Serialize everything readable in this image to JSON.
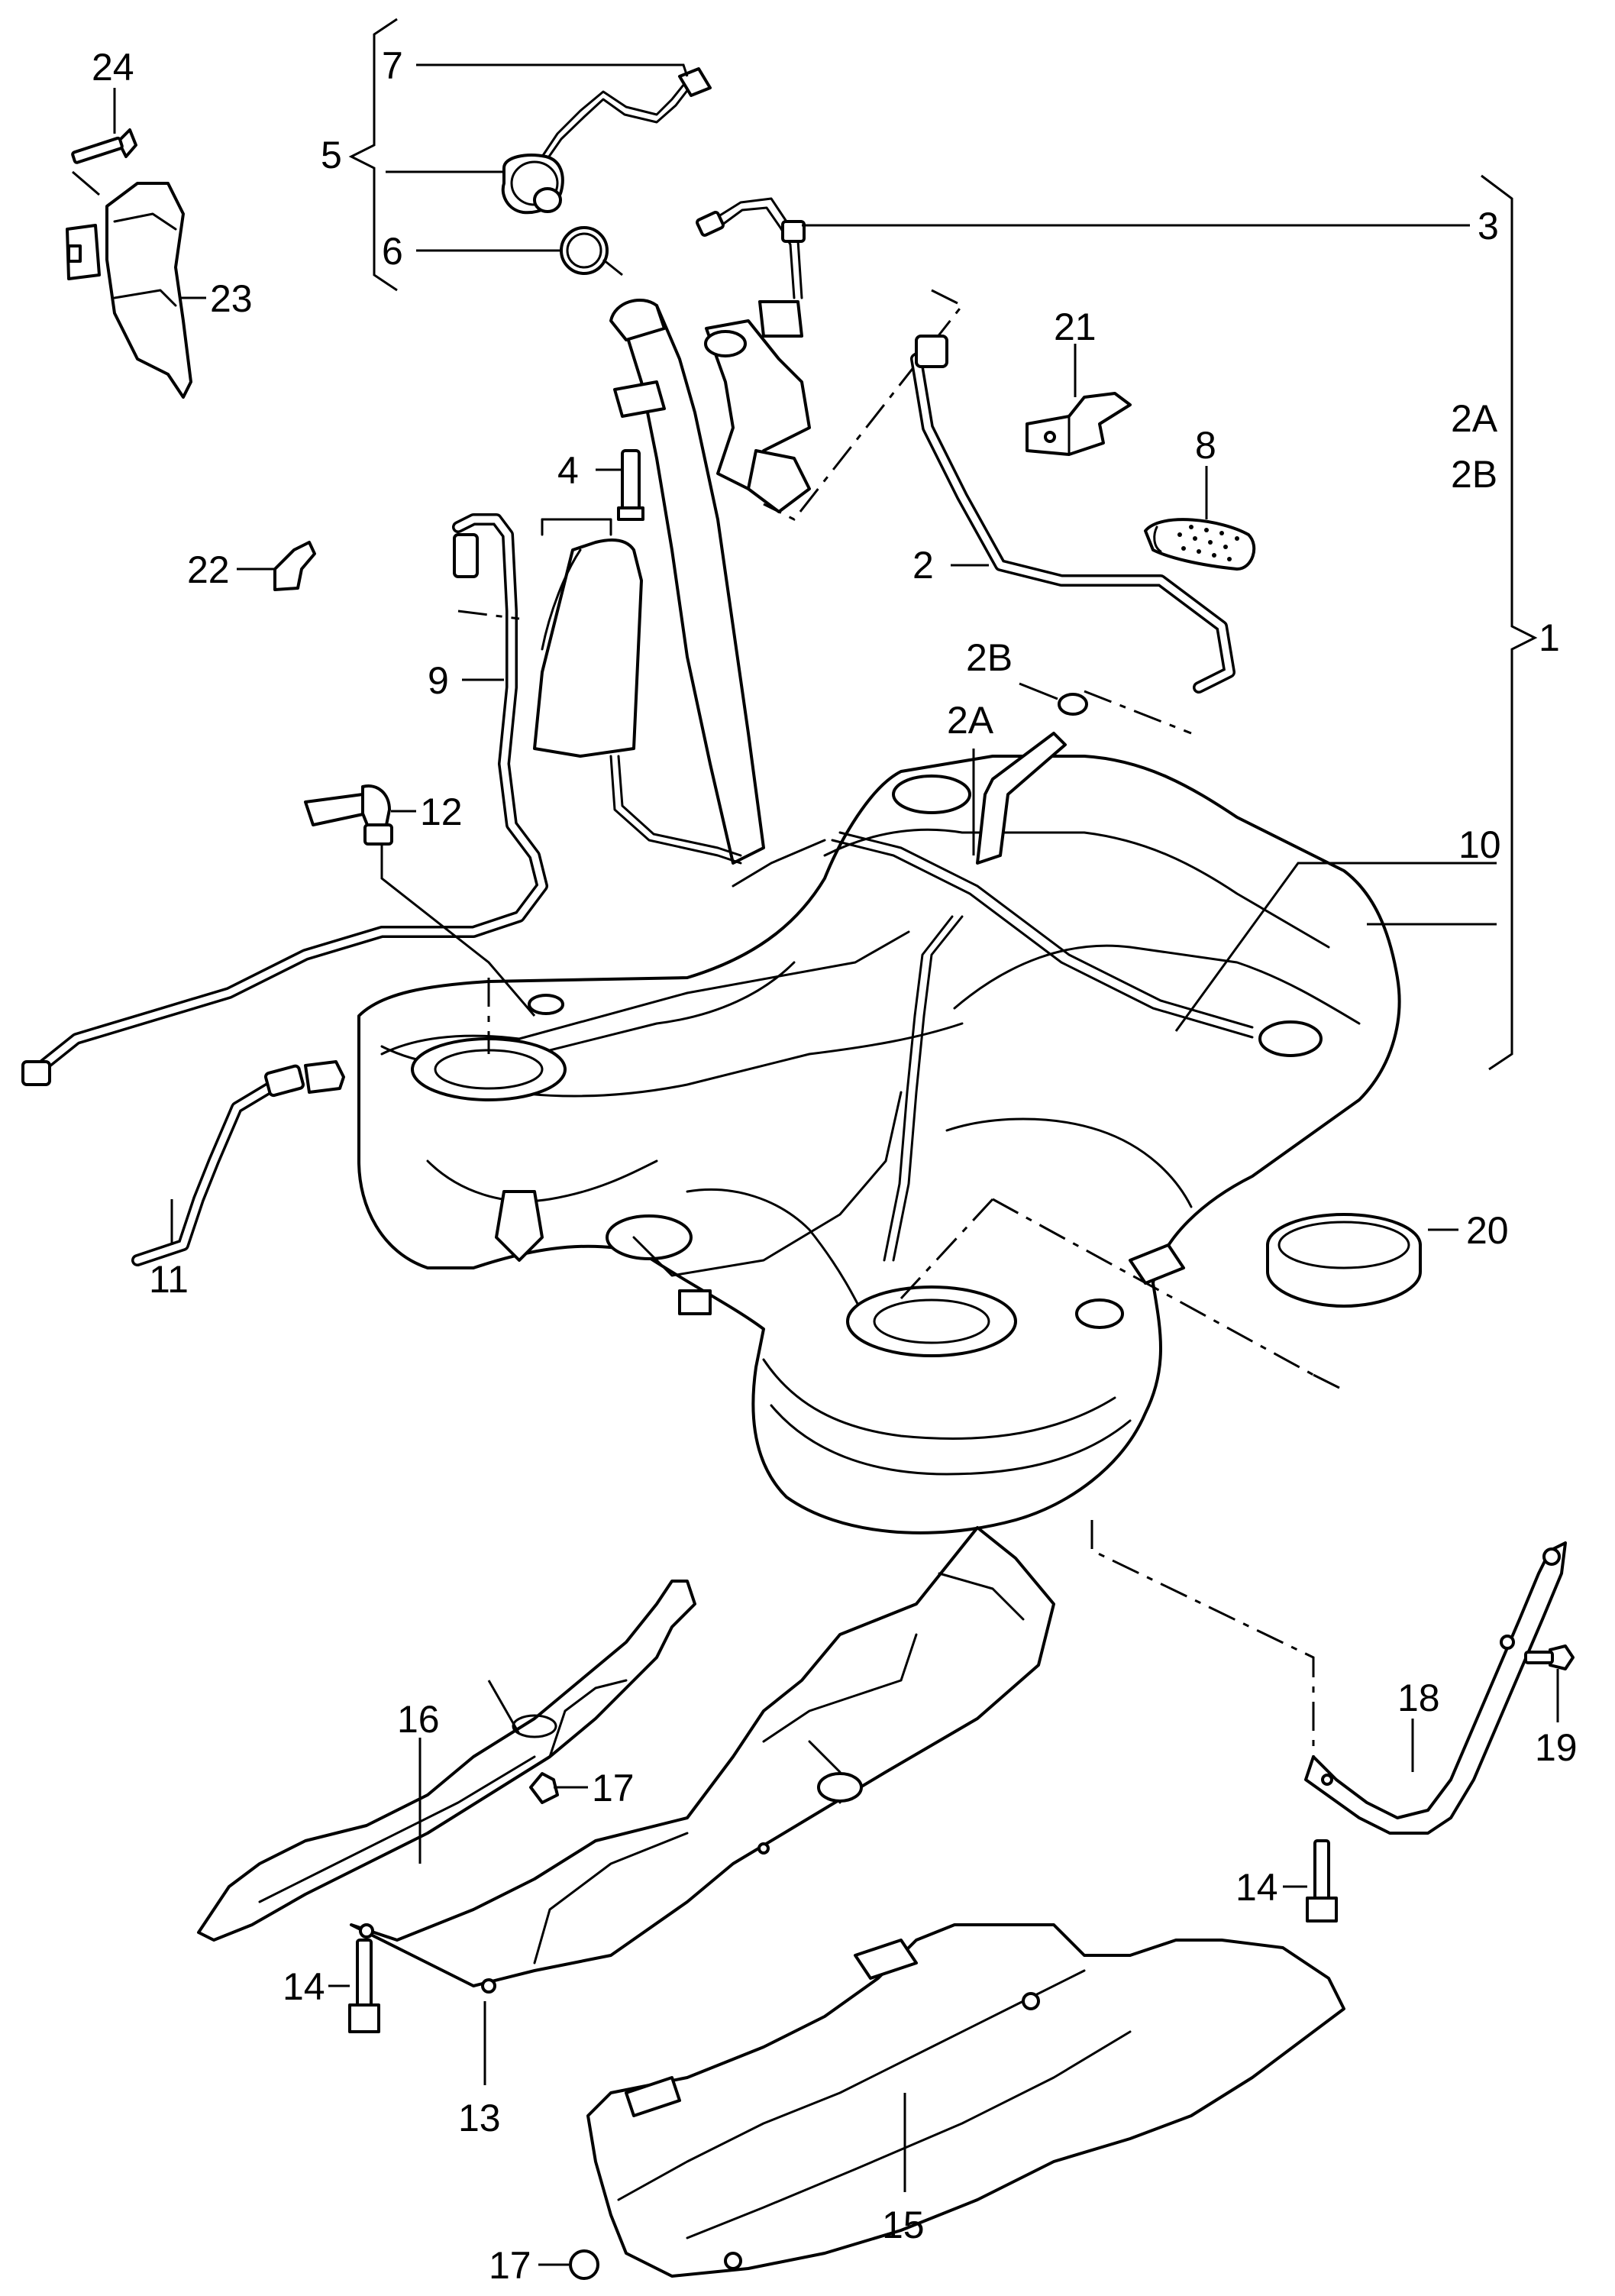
{
  "labels": {
    "l1": "1",
    "l2": "2",
    "l2a_a": "2A",
    "l2b_a": "2B",
    "l2a_b": "2A",
    "l2b_b": "2B",
    "l3": "3",
    "l4": "4",
    "l5": "5",
    "l6": "6",
    "l7": "7",
    "l8": "8",
    "l9": "9",
    "l10": "10",
    "l11": "11",
    "l12": "12",
    "l13": "13",
    "l14a": "14",
    "l14b": "14",
    "l15": "15",
    "l16": "16",
    "l17a": "17",
    "l17b": "17",
    "l18": "18",
    "l19": "19",
    "l20": "20",
    "l21": "21",
    "l22": "22",
    "l23": "23",
    "l24": "24"
  }
}
